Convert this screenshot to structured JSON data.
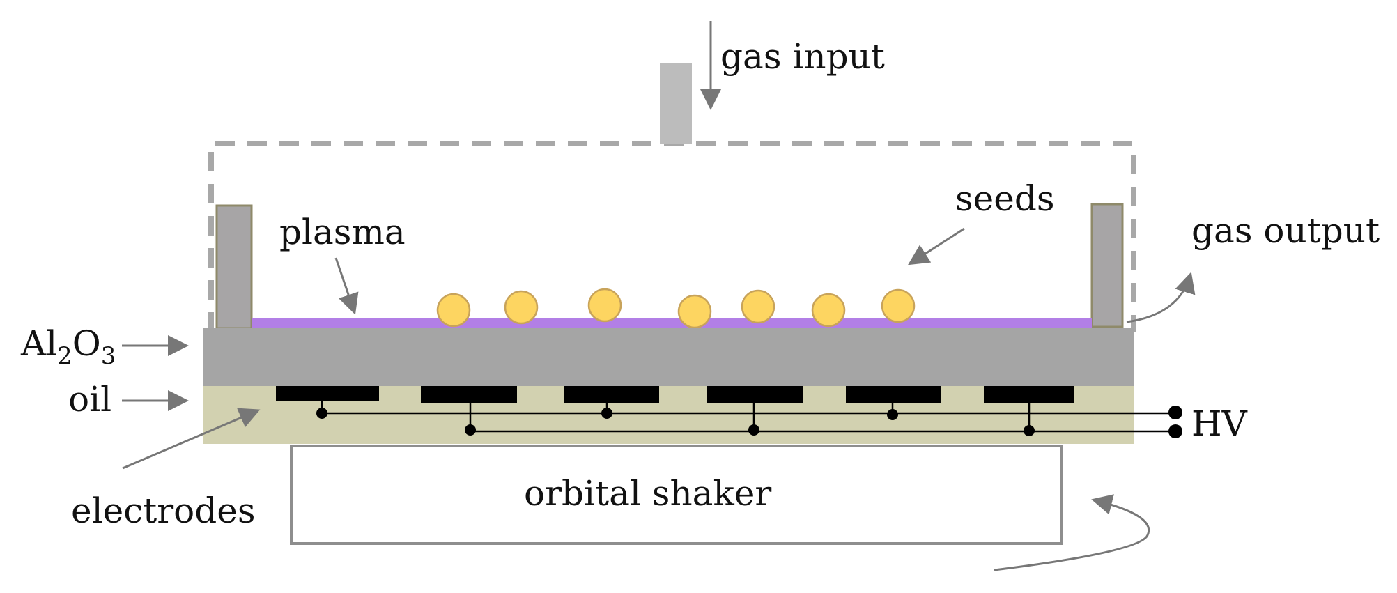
{
  "labels": {
    "gas_input": "gas input",
    "gas_output": "gas output",
    "seeds": "seeds",
    "plasma": "plasma",
    "al2o3_main": "Al",
    "al2o3_sub1": "2",
    "al2o3_mid": "O",
    "al2o3_sub2": "3",
    "oil": "oil",
    "electrodes": "electrodes",
    "hv": "HV",
    "orbital_shaker": "orbital shaker"
  },
  "colors": {
    "dashed_chamber": "#a8a8a8",
    "gas_pipe": "#bcbcbc",
    "side_wall_fill": "#a7a5a6",
    "side_wall_stroke": "#8f8a6a",
    "plasma": "#b27fe6",
    "seed_fill": "#fdd561",
    "seed_stroke": "#c8a35a",
    "dielectric": "#a5a5a5",
    "oil": "#d2d1b0",
    "electrode": "#000000",
    "shaker_stroke": "#8e8e8e",
    "arrow": "#777777"
  }
}
